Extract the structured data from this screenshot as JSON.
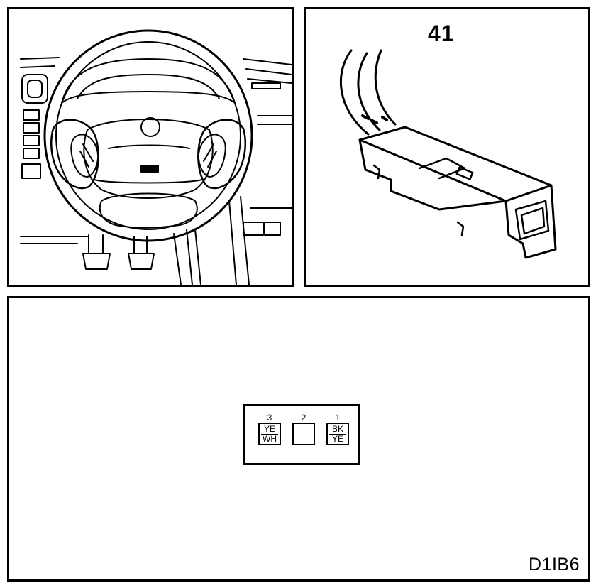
{
  "top_right_panel": {
    "connector_number": "41"
  },
  "pinout": {
    "pins": [
      {
        "number": "3",
        "wire_top": "YE",
        "wire_bottom": "WH"
      },
      {
        "number": "2",
        "wire_top": "",
        "wire_bottom": ""
      },
      {
        "number": "1",
        "wire_top": "BK",
        "wire_bottom": "YE"
      }
    ]
  },
  "diagram_code": "D1IB6"
}
